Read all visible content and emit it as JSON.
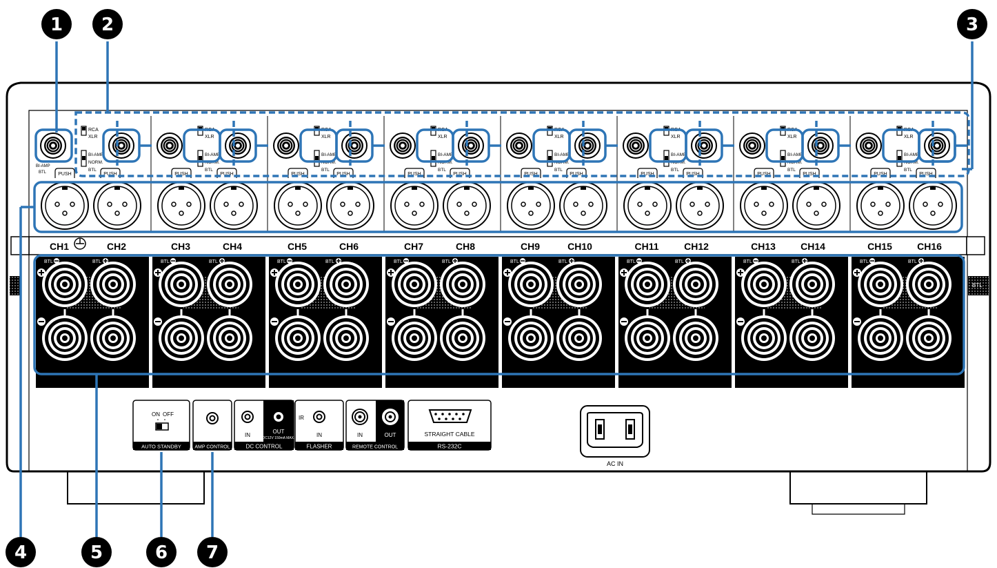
{
  "callouts": [
    "1",
    "2",
    "3",
    "4",
    "5",
    "6",
    "7"
  ],
  "channels": [
    "CH1",
    "CH2",
    "CH3",
    "CH4",
    "CH5",
    "CH6",
    "CH7",
    "CH8",
    "CH9",
    "CH10",
    "CH11",
    "CH12",
    "CH13",
    "CH14",
    "CH15",
    "CH16"
  ],
  "switch_labels": {
    "rca": "RCA",
    "xlr": "XLR",
    "bi_amp": "BI-AMP",
    "norm": "NORM.",
    "btl": "BTL",
    "push": "PUSH",
    "bi_amp_btl": "BI-AMP BTL"
  },
  "speaker_labels": {
    "btl_minus": "BTL",
    "btl_plus": "BTL",
    "side_btl": "BTL"
  },
  "panel": {
    "auto_standby": {
      "on": "ON",
      "off": "OFF",
      "label": "AUTO STANDBY"
    },
    "amp_control": {
      "label": "AMP CONTROL"
    },
    "dc_control": {
      "in": "IN",
      "out": "OUT",
      "spec": "DC12V 150mA MAX.",
      "label": "DC CONTROL"
    },
    "flasher": {
      "ir": "IR",
      "in": "IN",
      "label": "FLASHER"
    },
    "remote_control": {
      "in": "IN",
      "out": "OUT",
      "label": "REMOTE CONTROL"
    },
    "rs232c": {
      "cable": "STRAIGHT CABLE",
      "label": "RS-232C"
    },
    "ac_in": {
      "label": "AC IN"
    }
  },
  "colors": {
    "callout_line": "#2e75b6",
    "ink": "#000000",
    "panel_bg": "#ffffff"
  }
}
